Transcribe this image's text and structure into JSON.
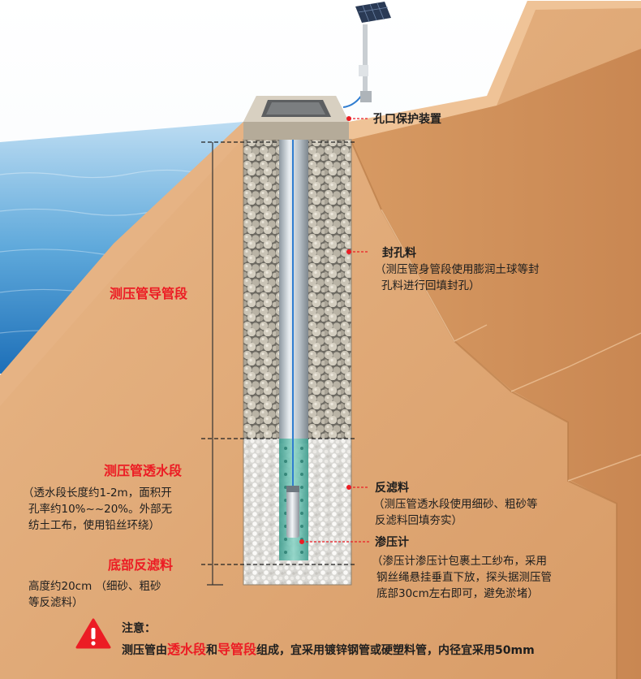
{
  "labels": {
    "wellhead": "孔口保护装置",
    "seal_title": "封孔料",
    "seal_desc_1": "（测压管身管段使用膨润土球等封",
    "seal_desc_2": "孔料进行回填封孔）",
    "guide_section": "测压管导管段",
    "permeable_section": "测压管透水段",
    "permeable_desc_1": "（透水段长度约1-2m，面积开",
    "permeable_desc_2": "孔率约10%~~20%。外部无",
    "permeable_desc_3": "纺土工布，使用铅丝环绕）",
    "filter_title": "反滤料",
    "filter_desc_1": "（测压管透水段使用细砂、粗砂等",
    "filter_desc_2": "反滤料回填夯实）",
    "piezometer_title": "渗压计",
    "piezometer_desc_1": "（渗压计渗压计包裹土工纱布，采用",
    "piezometer_desc_2": "钢丝绳悬挂垂直下放，探头据测压管",
    "piezometer_desc_3": "底部30cm左右即可，避免淤堵）",
    "bottom_filter": "底部反滤料",
    "bottom_desc_1": "高度约20cm （细砂、粗砂",
    "bottom_desc_2": "等反滤料）"
  },
  "note": {
    "title": "注意：",
    "part1": "测压管由",
    "highlight1": "透水段",
    "part2": "和",
    "highlight2": "导管段",
    "part3": "组成，宜采用镀锌钢管或硬塑料管，内径宜采用50mm"
  },
  "colors": {
    "accent_red": "#ec1c24",
    "soil": "#dea574",
    "water": "#5aa7d8",
    "text": "#1e1e1e"
  },
  "icons": {
    "warning": "warning-triangle-icon",
    "solar": "solar-panel-icon"
  }
}
